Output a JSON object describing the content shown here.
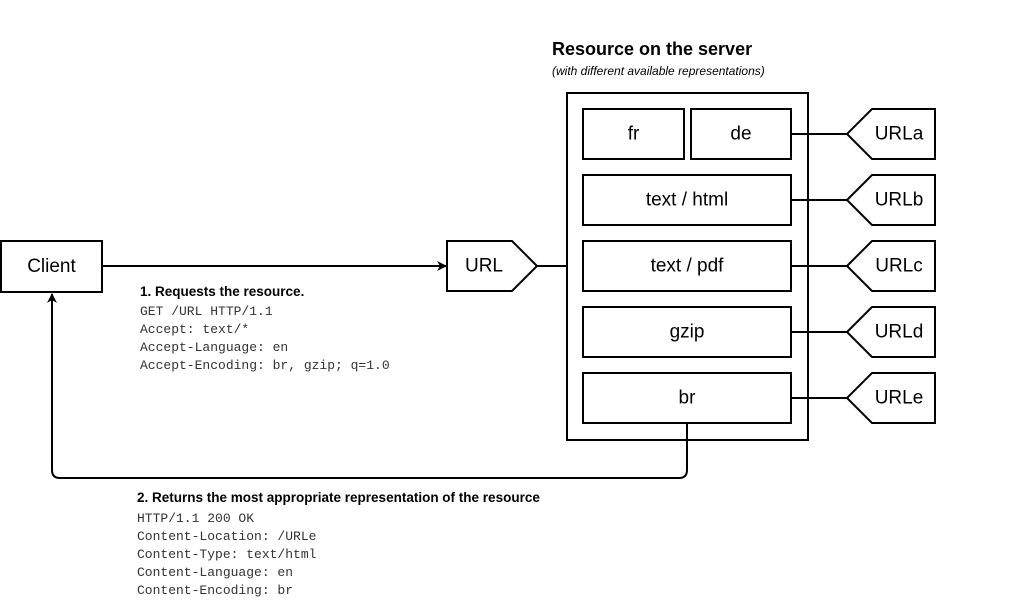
{
  "server": {
    "title": "Resource on the server",
    "subtitle": "(with different available representations)"
  },
  "client": {
    "label": "Client"
  },
  "url_node": {
    "label": "URL"
  },
  "representations": {
    "fr": "fr",
    "de": "de",
    "html": "text / html",
    "pdf": "text / pdf",
    "gzip": "gzip",
    "br": "br"
  },
  "urls": [
    "URLa",
    "URLb",
    "URLc",
    "URLd",
    "URLe"
  ],
  "request": {
    "title": "1. Requests the resource.",
    "lines": [
      "GET /URL HTTP/1.1",
      "Accept: text/*",
      "Accept-Language: en",
      "Accept-Encoding: br, gzip; q=1.0"
    ]
  },
  "response": {
    "title": "2. Returns the most appropriate representation of the resource",
    "lines": [
      "HTTP/1.1 200 OK",
      "Content-Location: /URLe",
      "Content-Type: text/html",
      "Content-Language: en",
      "Content-Encoding: br"
    ]
  }
}
